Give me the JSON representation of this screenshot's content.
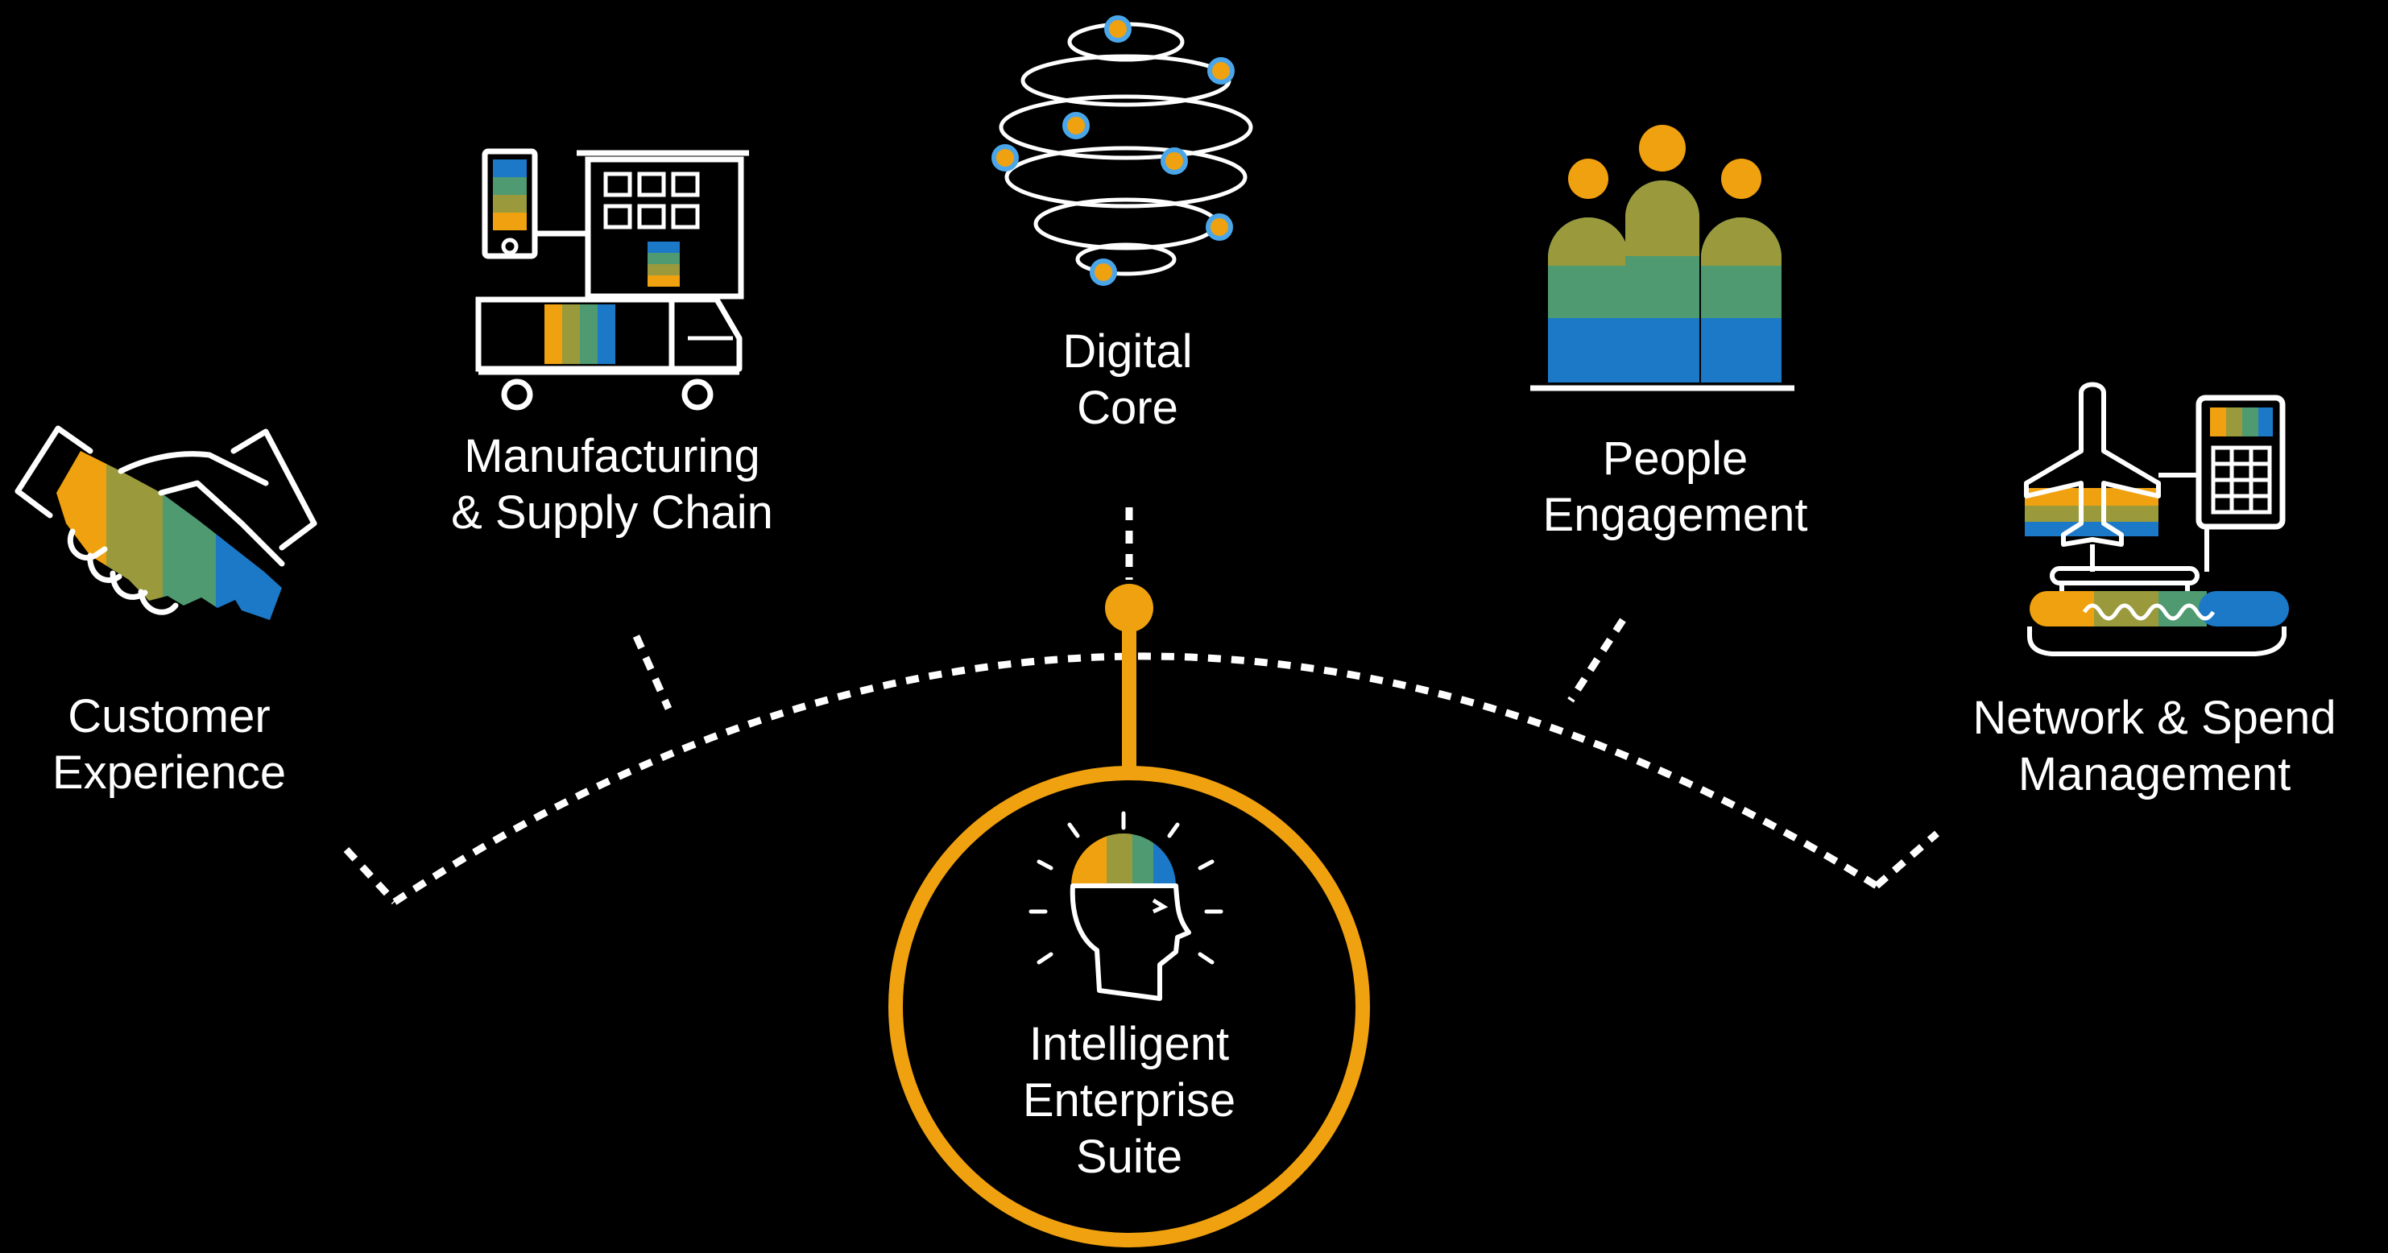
{
  "colors": {
    "background": "#000000",
    "line": "#ffffff",
    "accent_orange": "#f0a10f",
    "band_olive": "#9a9a3c",
    "band_green": "#4f9a70",
    "band_blue": "#1b79c8"
  },
  "nodes": [
    {
      "id": "customer-experience",
      "icon": "handshake-icon",
      "lines": [
        "Customer",
        "Experience"
      ]
    },
    {
      "id": "manufacturing-supply-chain",
      "icon": "factory-truck-icon",
      "lines": [
        "Manufacturing",
        "& Supply Chain"
      ]
    },
    {
      "id": "digital-core",
      "icon": "orbit-sphere-icon",
      "lines": [
        "Digital",
        "Core"
      ]
    },
    {
      "id": "people-engagement",
      "icon": "people-group-icon",
      "lines": [
        "People",
        "Engagement"
      ]
    },
    {
      "id": "network-spend-management",
      "icon": "plane-payment-icon",
      "lines": [
        "Network & Spend",
        "Management"
      ]
    }
  ],
  "center": {
    "icon": "lightbulb-head-icon",
    "lines": [
      "Intelligent",
      "Enterprise",
      "Suite"
    ]
  }
}
